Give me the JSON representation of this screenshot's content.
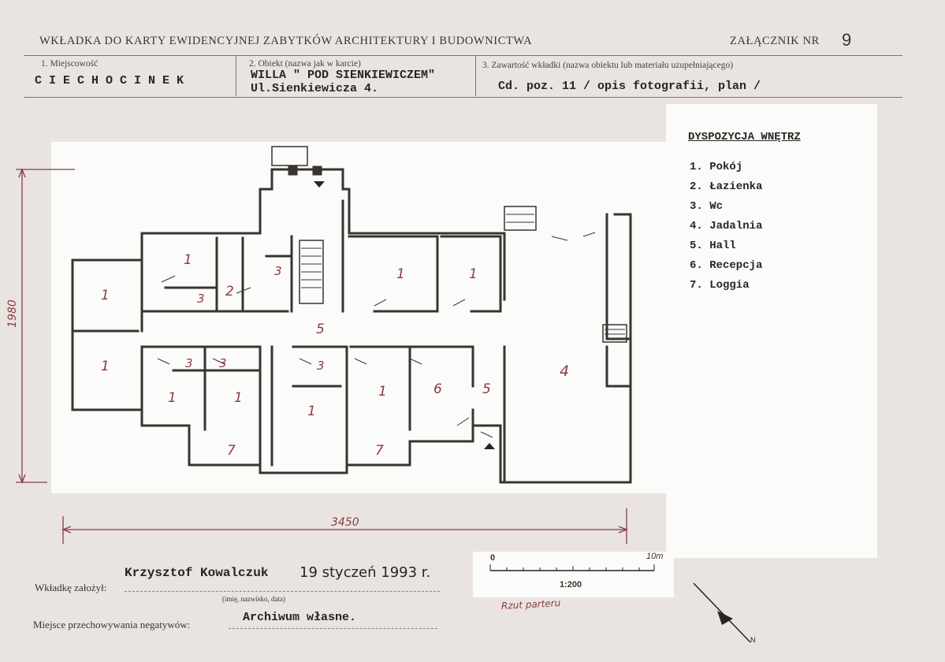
{
  "header": {
    "title": "WKŁADKA DO KARTY EWIDENCYJNEJ ZABYTKÓW ARCHITEKTURY I BUDOWNICTWA",
    "attachment_label": "ZAŁĄCZNIK NR",
    "attachment_number": "9"
  },
  "fields": {
    "locality_label": "1. Miejscowość",
    "locality_value": "CIECHOCINEK",
    "object_label": "2. Obiekt (nazwa jak w karcie)",
    "object_value_line1": "WILLA \" POD SIENKIEWICZEM\"",
    "object_value_line2": "Ul.Sienkiewicza 4.",
    "contents_label": "3. Zawartość wkładki (nazwa obiektu lub materiału uzupełniającego)",
    "contents_value": "Cd. poz. 11 / opis fotografii, plan /"
  },
  "legend": {
    "title": "DYSPOZYCJA WNĘTRZ",
    "items": [
      "1. Pokój",
      "2. Łazienka",
      "3. Wc",
      "4. Jadalnia",
      "5. Hall",
      "6. Recepcja",
      "7. Loggia"
    ]
  },
  "plan": {
    "dim_vertical": "1980",
    "dim_horizontal": "3450",
    "room_numbers": [
      "1",
      "1",
      "3",
      "2",
      "3",
      "1",
      "1",
      "1",
      "3",
      "3",
      "3",
      "1",
      "1",
      "1",
      "6",
      "5",
      "4",
      "5",
      "7",
      "7",
      "1",
      "1"
    ],
    "scale_zero": "0",
    "scale_ten": "10m",
    "scale_ratio": "1:200",
    "caption": "Rzut parteru"
  },
  "footer": {
    "author_value": "Krzysztof Kowalczuk",
    "date_value": "19 styczeń 1993 r.",
    "author_label": "Wkładkę założył:",
    "author_sublabel": "(imię, nazwisko, data)",
    "storage_label": "Miejsce przechowywania negatywów:",
    "storage_value": "Archiwum własne."
  }
}
